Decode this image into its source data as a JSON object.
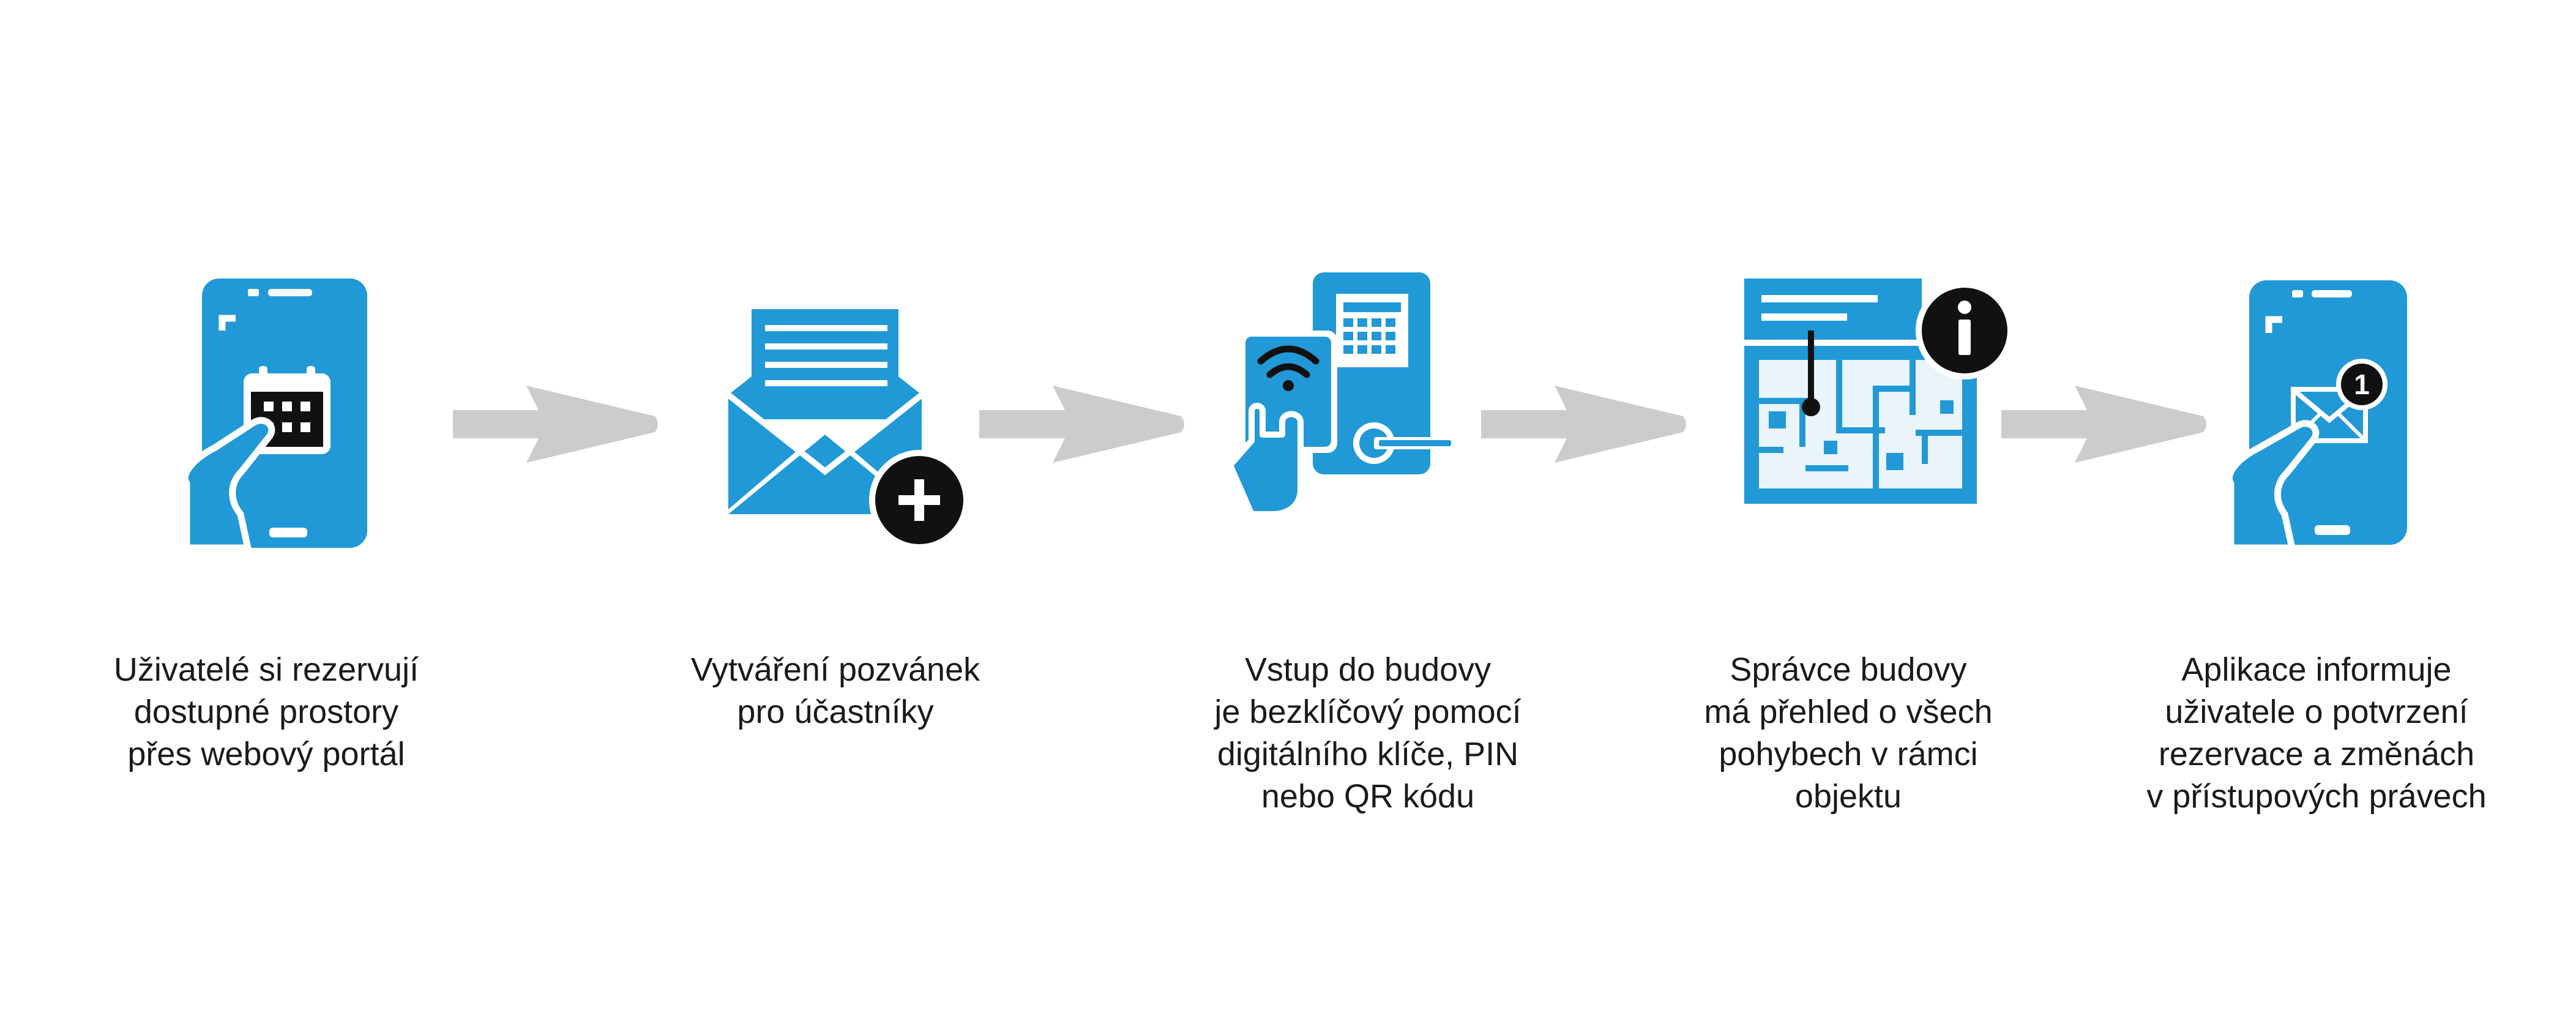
{
  "colors": {
    "accent": "#2199d6",
    "light": "#e9f4fb",
    "dark": "#111111",
    "arrow": "#cccccc",
    "text": "#1a1a1a"
  },
  "steps": [
    {
      "icon": "phone-calendar-icon",
      "lines": [
        "Uživatelé si rezervují",
        "dostupné prostory",
        "přes webový portál"
      ]
    },
    {
      "icon": "envelope-plus-icon",
      "lines": [
        "Vytváření pozvánek",
        "pro účastníky"
      ]
    },
    {
      "icon": "door-access-keypad-icon",
      "lines": [
        "Vstup do budovy",
        "je bezklíčový pomocí",
        "digitálního klíče, PIN",
        "nebo QR kódu"
      ]
    },
    {
      "icon": "floor-plan-info-icon",
      "lines": [
        "Správce budovy",
        "má přehled o všech",
        "pohybech v rámci",
        "objektu"
      ]
    },
    {
      "icon": "phone-notification-icon",
      "lines": [
        "Aplikace informuje",
        "uživatele o potvrzení",
        "rezervace a změnách",
        "v přístupových právech"
      ],
      "badge": "1"
    }
  ]
}
